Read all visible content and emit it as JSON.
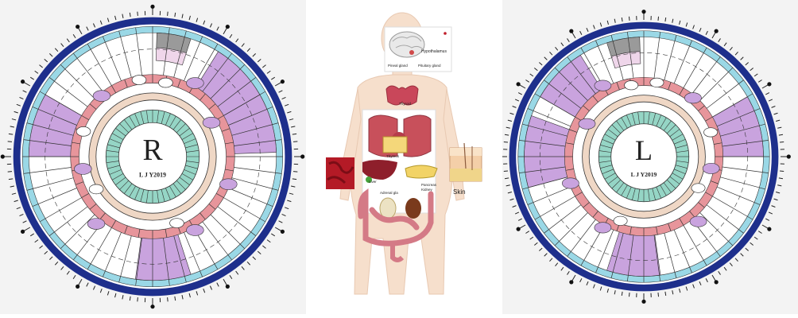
{
  "right_iris": {
    "letter": "R",
    "signature": "L J Y2019",
    "colors": {
      "outer": "#1e2f8c",
      "cyan": "#9ad8e6",
      "pink": "#e7959b",
      "lavender": "#c9a3de",
      "teal": "#95d5c5",
      "beige": "#efd7c5",
      "gray": "#9a9a9a"
    }
  },
  "left_iris": {
    "letter": "L",
    "signature": "L J Y2019"
  },
  "anatomy": {
    "labels": {
      "hypothalamus": "Hypothalamus",
      "pineal": "Pineal gland",
      "pituitary": "Pituitary gland",
      "thyroid": "Thyroid",
      "thymus": "Thymus",
      "liver": "Liver",
      "pancreas": "Pancreas",
      "kidney": "Kidney",
      "adrenal": "Adrenal gla",
      "skin": "Skin"
    }
  }
}
